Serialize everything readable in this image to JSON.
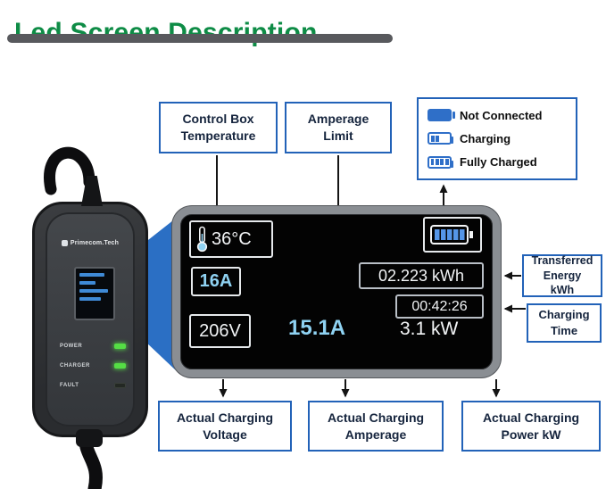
{
  "title": "Led Screen Description",
  "device": {
    "brand": "Primecom.Tech",
    "leds": [
      {
        "label": "POWER",
        "state": "on"
      },
      {
        "label": "CHARGER",
        "state": "on"
      },
      {
        "label": "FAULT",
        "state": "off"
      }
    ]
  },
  "screen": {
    "temperature": "36°C",
    "amperage_limit": "16A",
    "transferred_energy": "02.223 kWh",
    "charging_time": "00:42:26",
    "voltage": "206V",
    "amperage": "15.1A",
    "power": "3.1 kW"
  },
  "callouts": {
    "temperature": "Control Box Temperature",
    "amperage_limit": "Amperage Limit",
    "transferred_energy": "Transferred Energy kWh",
    "charging_time": "Charging Time",
    "voltage": "Actual Charging Voltage",
    "amperage": "Actual Charging Amperage",
    "power": "Actual Charging Power kW"
  },
  "legend": {
    "items": [
      {
        "label": "Not Connected",
        "state": "solid"
      },
      {
        "label": "Charging",
        "state": "partial"
      },
      {
        "label": "Fully Charged",
        "state": "full"
      }
    ]
  },
  "colors": {
    "title_green": "#0e8c46",
    "callout_blue": "#2262b8",
    "screen_cyan": "#8fd2f2",
    "led_green": "#55dd45",
    "battery_blue": "#2f6fc8"
  }
}
